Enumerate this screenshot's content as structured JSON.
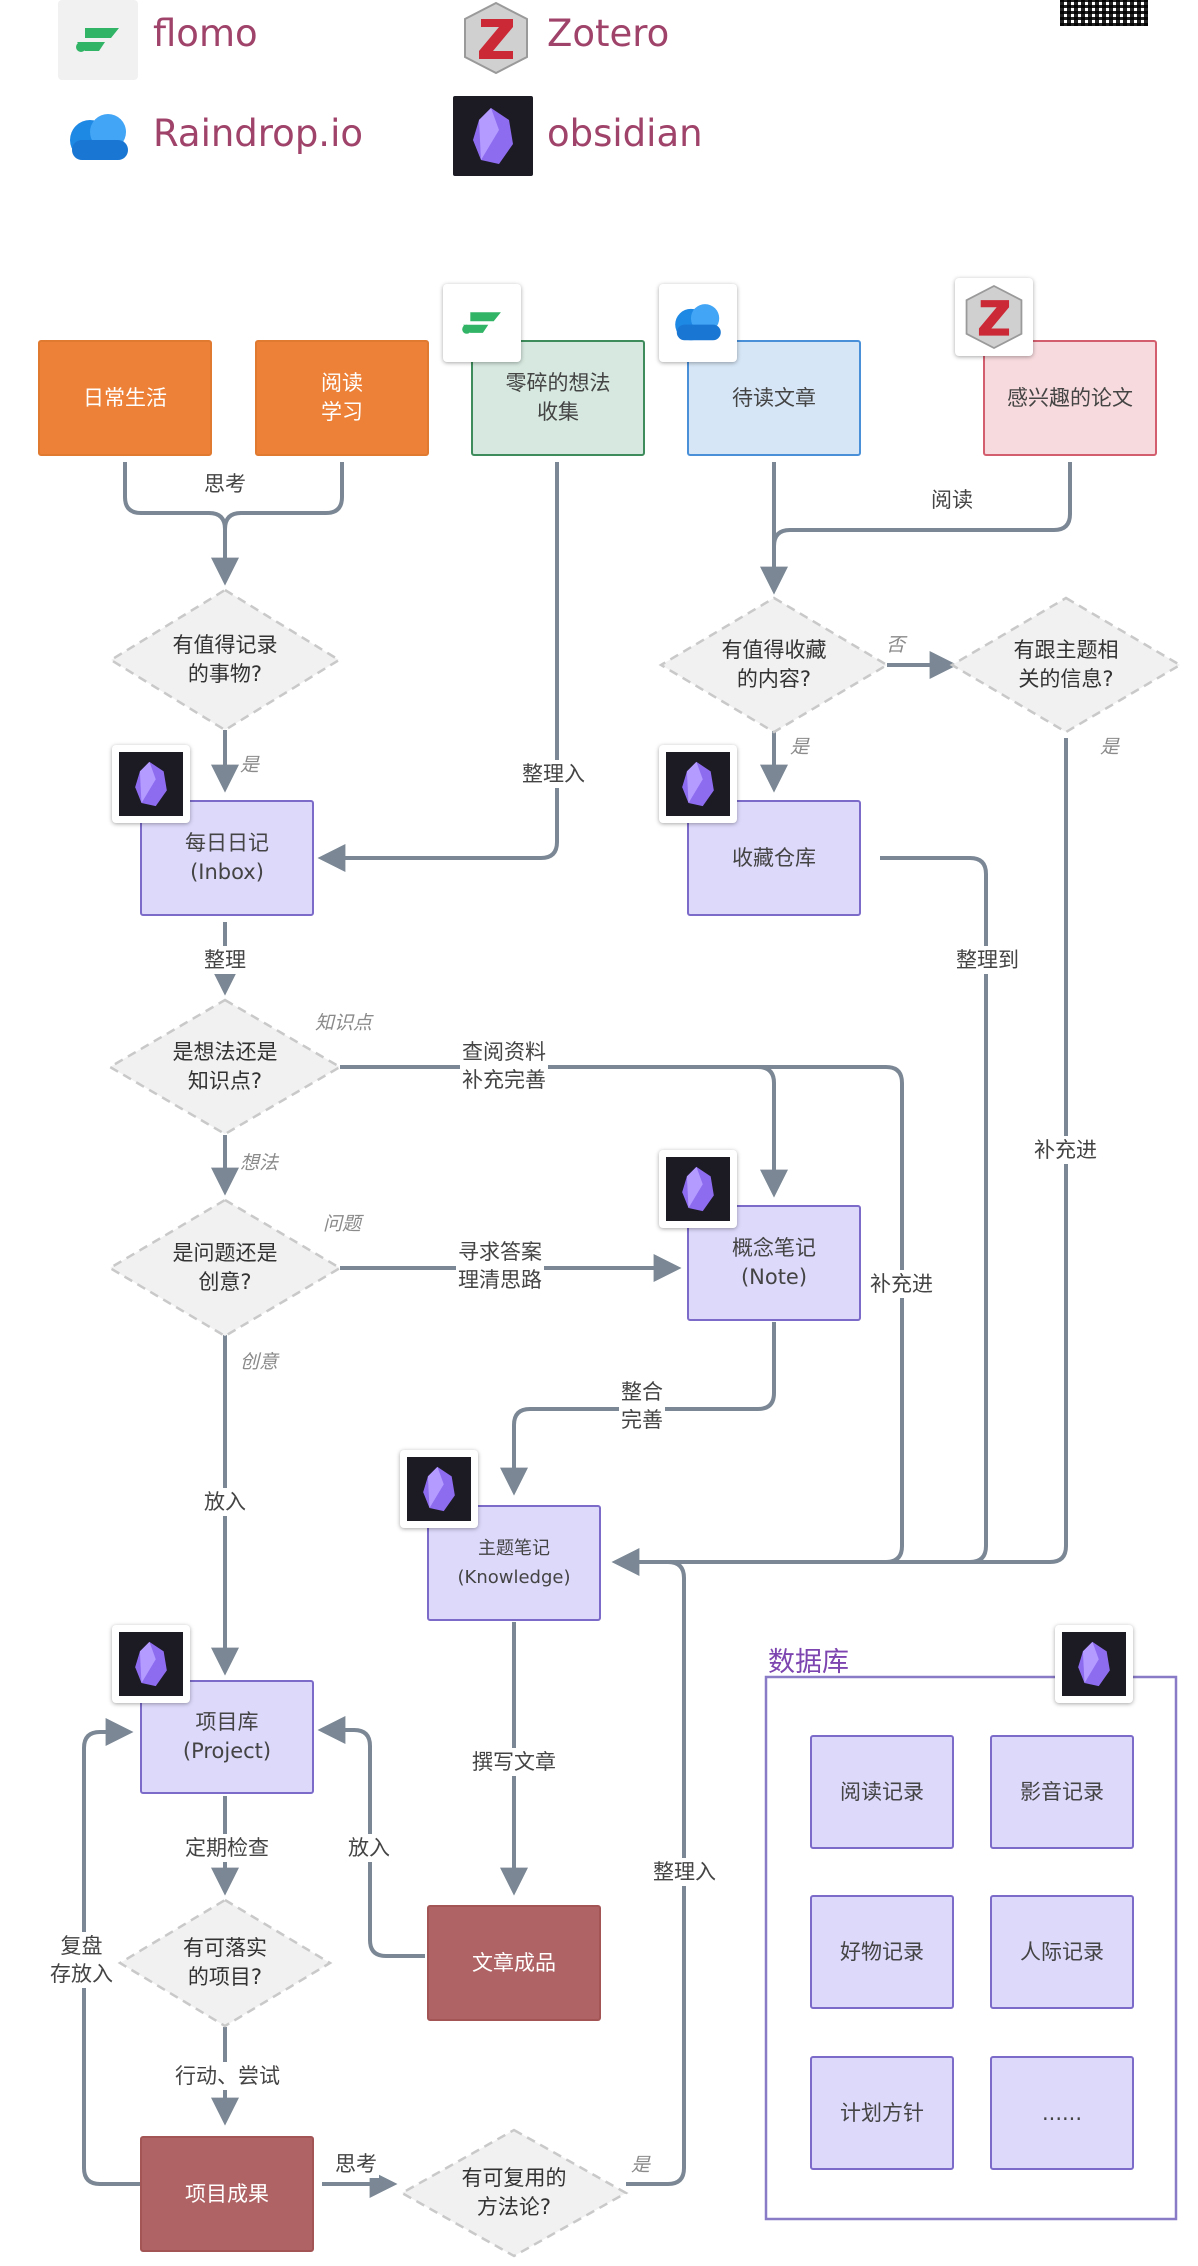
{
  "legend": [
    {
      "name": "flomo",
      "icon": "flomo-logo-icon"
    },
    {
      "name": "Zotero",
      "icon": "zotero-logo-icon"
    },
    {
      "name": "Raindrop.io",
      "icon": "raindrop-logo-icon"
    },
    {
      "name": "obsidian",
      "icon": "obsidian-logo-icon"
    }
  ],
  "nodes": {
    "daily_life": "日常生活",
    "reading_study": "阅读\n学习",
    "fragments": "零碎的想法\n收集",
    "to_read": "待读文章",
    "papers": "感兴趣的论文",
    "worth_record": "有值得记录\n的事物?",
    "worth_save": "有值得收藏\n的内容?",
    "topic_related": "有跟主题相\n关的信息?",
    "daily_note": "每日日记\n(Inbox)",
    "collection": "收藏仓库",
    "idea_or_knowledge": "是想法还是\n知识点?",
    "problem_or_idea": "是问题还是\n创意?",
    "concept_note": "概念笔记\n(Note)",
    "topic_note": "主题笔记\n(Knowledge)",
    "project_lib": "项目库\n(Project)",
    "actionable": "有可落实\n的项目?",
    "article_done": "文章成品",
    "project_result": "项目成果",
    "reusable": "有可复用的\n方法论?"
  },
  "labels": {
    "think1": "思考",
    "read": "阅读",
    "no": "否",
    "yes": "是",
    "organize_in": "整理入",
    "organize": "整理",
    "knowledge_point": "知识点",
    "idea": "想法",
    "consult": "查阅资料\n补充完善",
    "question": "问题",
    "seek_answer": "寻求答案\n理清思路",
    "creative": "创意",
    "put_in": "放入",
    "organize_to": "整理到",
    "supplement": "补充进",
    "integrate": "整合\n完善",
    "write_article": "撰写文章",
    "periodic_check": "定期检查",
    "action_try": "行动、尝试",
    "review_store": "复盘\n存放入",
    "think2": "思考"
  },
  "database": {
    "title": "数据库",
    "items": [
      "阅读记录",
      "影音记录",
      "好物记录",
      "人际记录",
      "计划方针",
      "......"
    ]
  },
  "colors": {
    "orange": "#ec8137",
    "green_fill": "#d6e8df",
    "blue_fill": "#d6e6f6",
    "pink_fill": "#f7dadd",
    "purple_fill": "#ddd9fb",
    "red_fill": "#b06364",
    "line": "#7b8794",
    "legend_text": "#a0436a"
  }
}
